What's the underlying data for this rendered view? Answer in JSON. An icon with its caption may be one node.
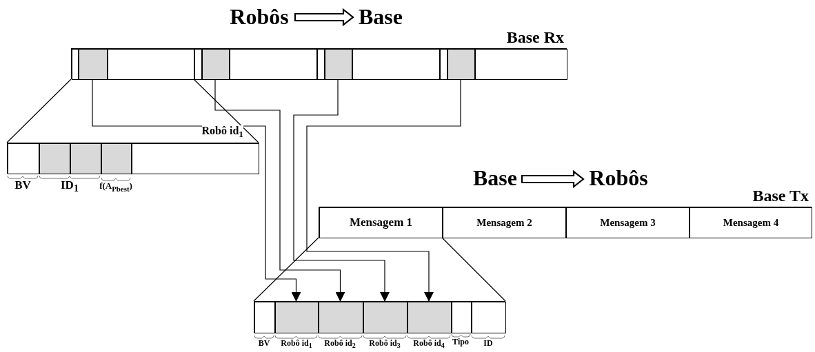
{
  "diagram": {
    "nodes": [
      {
        "text": [
          "Robôs"
        ]
      },
      {
        "text": [
          "Base"
        ]
      },
      {
        "text": [
          "Base Rx"
        ]
      },
      {
        "text": [],
        "shape": "box",
        "in": 2
      },
      {
        "text": [],
        "shape": "box",
        "in": 2
      },
      {
        "text": [],
        "shape": "box",
        "in": 2
      },
      {
        "text": [],
        "shape": "box",
        "in": 2
      },
      {
        "text": [],
        "shape": "box",
        "in": 2
      },
      {
        "text": [],
        "shape": "box",
        "in": 2
      },
      {
        "text": [],
        "shape": "box",
        "in": 2
      },
      {
        "text": [],
        "shape": "box",
        "in": 2
      },
      {
        "text": [],
        "shape": "box",
        "in": 2
      },
      {
        "text": [],
        "shape": "box",
        "in": 2
      },
      {
        "text": [],
        "shape": "box",
        "in": 2
      },
      {
        "text": [],
        "shape": "box",
        "in": 2
      },
      {
        "text": [
          "Robô id$_{1}$"
        ]
      },
      {
        "text": [],
        "shape": "box",
        "in": 15
      },
      {
        "text": [],
        "shape": "box",
        "in": 15
      },
      {
        "text": [],
        "shape": "box",
        "in": 15
      },
      {
        "text": [],
        "shape": "box",
        "in": 15
      },
      {
        "text": [],
        "shape": "box",
        "in": 15
      },
      {
        "text": [
          "Base"
        ]
      },
      {
        "text": [
          "Robôs"
        ]
      },
      {
        "text": [
          "Base Tx"
        ]
      },
      {
        "text": [
          "Mensagem 1"
        ],
        "in": 23
      },
      {
        "text": [
          "Mensagem 2"
        ],
        "in": 23
      },
      {
        "text": [
          "Mensagem 3"
        ],
        "in": 23
      },
      {
        "text": [
          "Mensagem 4"
        ],
        "in": 23
      },
      {
        "text": [],
        "shape": "box"
      },
      {
        "text": [],
        "shape": "box",
        "in": 28
      },
      {
        "text": [],
        "shape": "box",
        "in": 28
      },
      {
        "text": [],
        "shape": "box",
        "in": 28
      },
      {
        "text": [],
        "shape": "box",
        "in": 28
      },
      {
        "text": [],
        "shape": "box",
        "in": 28
      },
      {
        "text": [],
        "shape": "box",
        "in": 28
      },
      {
        "text": [],
        "shape": "box",
        "in": 28
      }
    ],
    "edges": [
      {
        "from": 0,
        "to": 1,
        "arrow": "to"
      },
      {
        "from": 21,
        "to": 22,
        "arrow": "to"
      },
      {
        "from": 4,
        "to": 30,
        "arrow": "to"
      },
      {
        "from": 7,
        "to": 31,
        "arrow": "to"
      },
      {
        "from": 10,
        "to": 32,
        "arrow": "to"
      },
      {
        "from": 13,
        "to": 33,
        "arrow": "to"
      },
      {
        "from": 3,
        "to": 15,
        "arrow": "none"
      },
      {
        "from": 5,
        "to": 15,
        "arrow": "none"
      },
      {
        "from": 24,
        "to": 28,
        "arrow": "none"
      },
      {
        "from": 24,
        "to": 28,
        "arrow": "none"
      }
    ],
    "labels": [
      "BV",
      "ID$_{1}$",
      "f(A$_{Pbest}$)",
      "BV",
      "Robô id$_{1}$",
      "Robô id$_{2}$",
      "Robô id$_{3}$",
      "Robô id$_{4}$",
      "Tipo",
      "ID"
    ]
  }
}
